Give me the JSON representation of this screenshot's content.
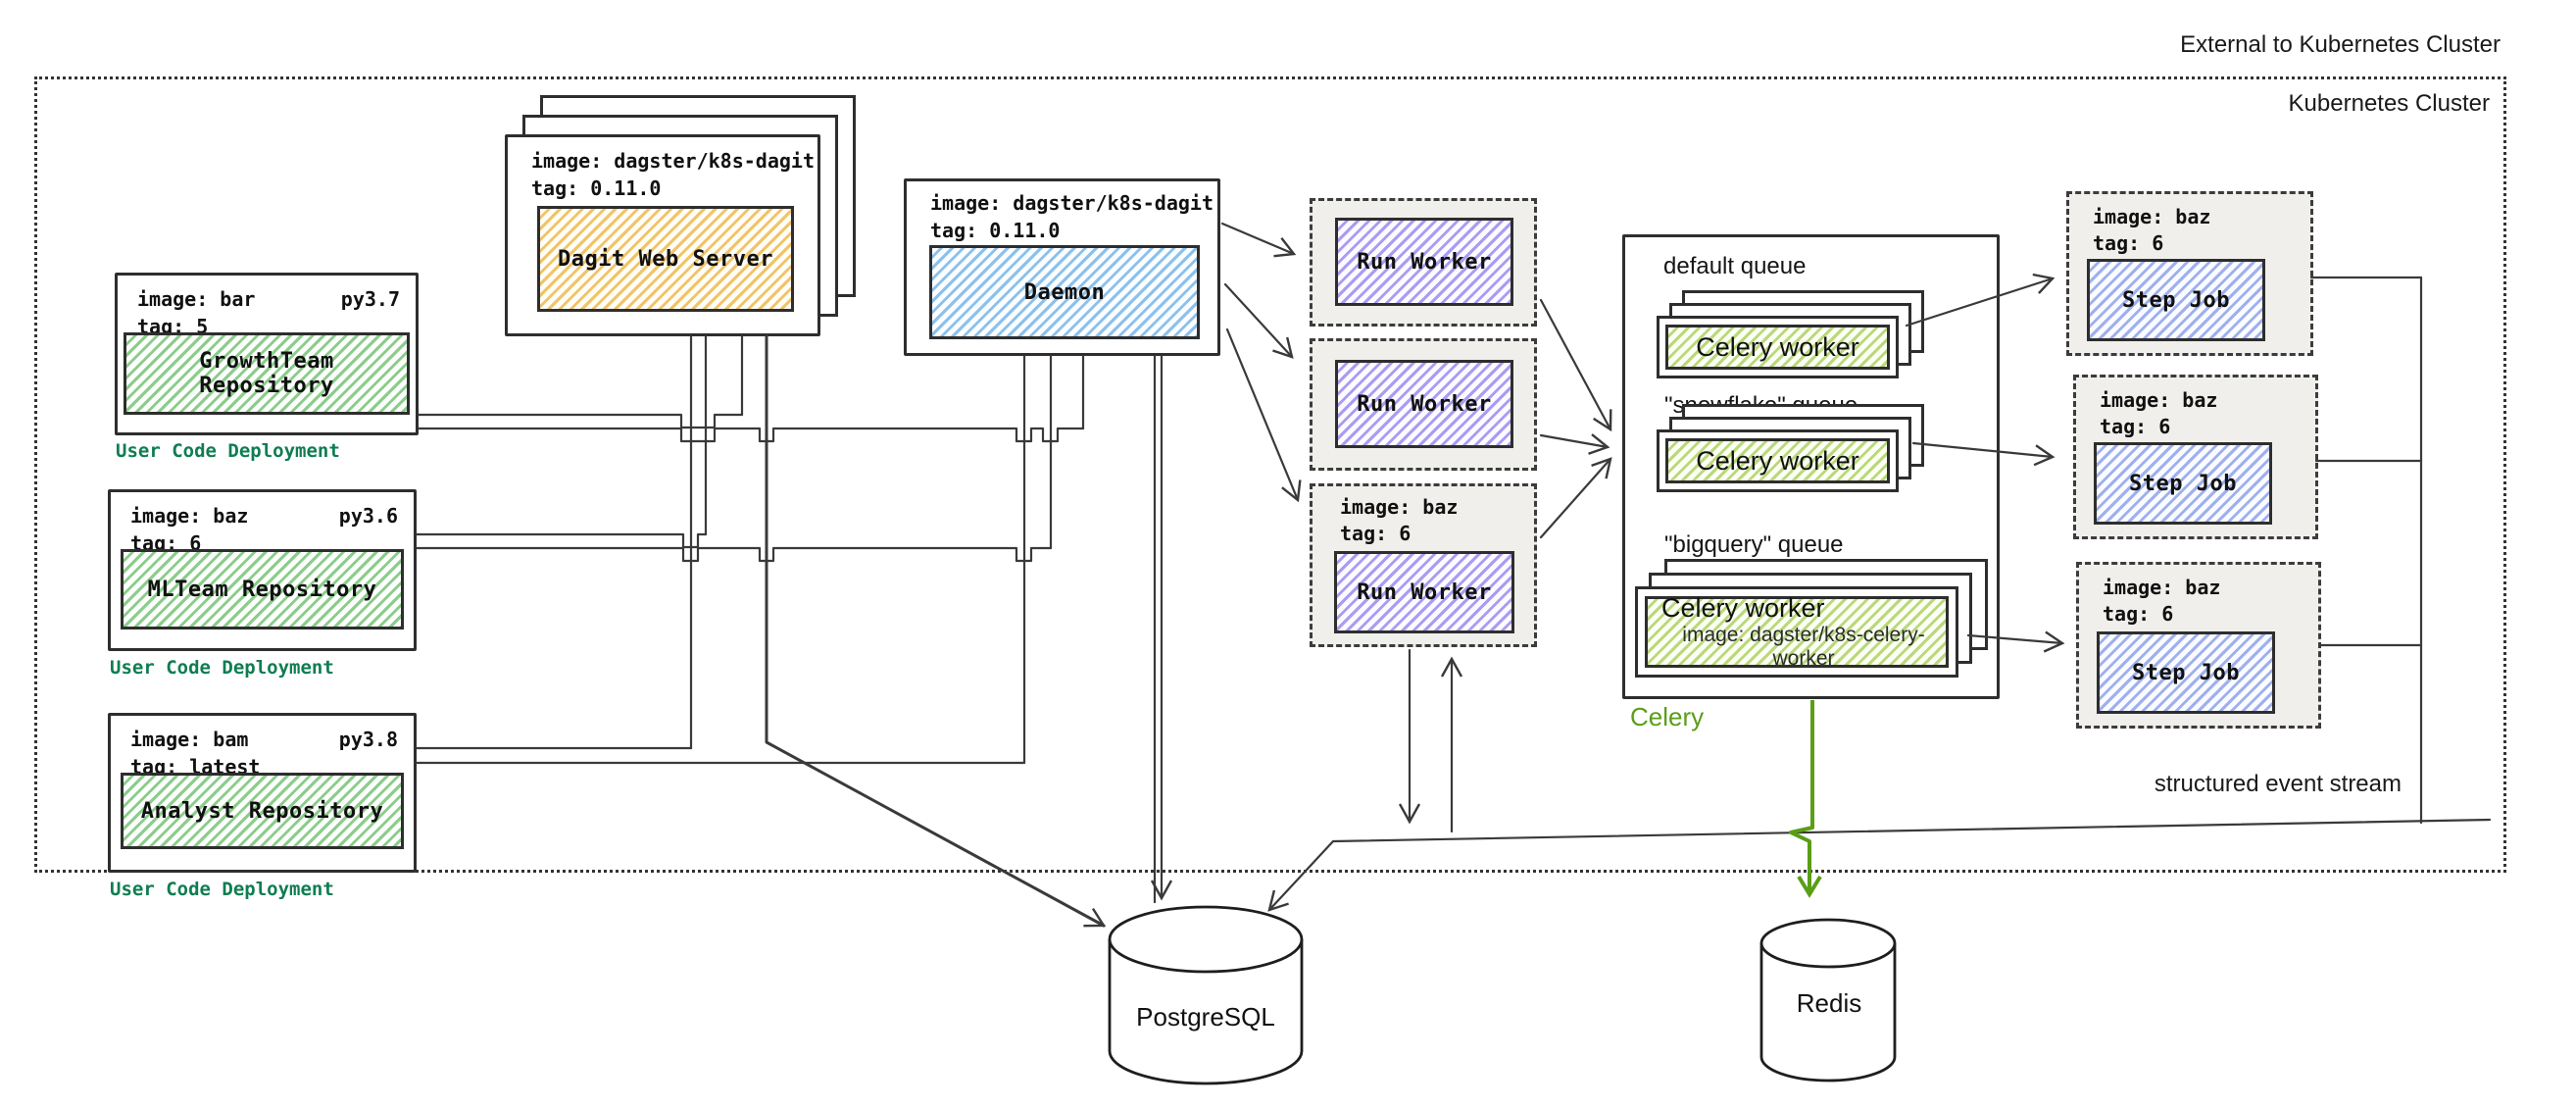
{
  "frame": {
    "external_label": "External to Kubernetes Cluster",
    "cluster_label": "Kubernetes Cluster"
  },
  "deployments": [
    {
      "image": "image: bar",
      "py": "py3.7",
      "tag": "tag: 5",
      "repo": "GrowthTeam Repository",
      "caption": "User Code Deployment"
    },
    {
      "image": "image: baz",
      "py": "py3.6",
      "tag": "tag: 6",
      "repo": "MLTeam Repository",
      "caption": "User Code Deployment"
    },
    {
      "image": "image: bam",
      "py": "py3.8",
      "tag": "tag: latest",
      "repo": "Analyst Repository",
      "caption": "User Code Deployment"
    }
  ],
  "dagit": {
    "image": "image: dagster/k8s-dagit",
    "tag": "tag: 0.11.0",
    "title": "Dagit Web Server"
  },
  "daemon": {
    "image": "image: dagster/k8s-dagit",
    "tag": "tag: 0.11.0",
    "title": "Daemon"
  },
  "run_workers": [
    {
      "title": "Run Worker"
    },
    {
      "title": "Run Worker"
    },
    {
      "image": "image: baz",
      "tag": "tag: 6",
      "title": "Run Worker"
    }
  ],
  "celery": {
    "caption": "Celery",
    "queues": [
      {
        "name": "default queue",
        "worker": "Celery worker"
      },
      {
        "name": "\"snowflake\" queue",
        "worker": "Celery worker"
      },
      {
        "name": "\"bigquery\" queue",
        "worker": "Celery worker",
        "worker_image": "image: dagster/k8s-celery-worker"
      }
    ]
  },
  "step_jobs": [
    {
      "image": "image: baz",
      "tag": "tag: 6",
      "title": "Step Job"
    },
    {
      "image": "image: baz",
      "tag": "tag: 6",
      "title": "Step Job"
    },
    {
      "image": "image: baz",
      "tag": "tag: 6",
      "title": "Step Job"
    }
  ],
  "stores": {
    "postgres": "PostgreSQL",
    "redis": "Redis"
  },
  "annotations": {
    "event_stream": "structured event stream"
  },
  "colors": {
    "repo_hatch": "#8ccc8c",
    "dagit_hatch": "#f1c468",
    "daemon_hatch": "#8cc1ec",
    "run_worker_hatch": "#aa9cf2",
    "step_job_hatch": "#9fb0ee",
    "celery_hatch": "#b9d97c",
    "celery_green": "#5a9e16",
    "deployment_caption": "#0f7d52"
  }
}
